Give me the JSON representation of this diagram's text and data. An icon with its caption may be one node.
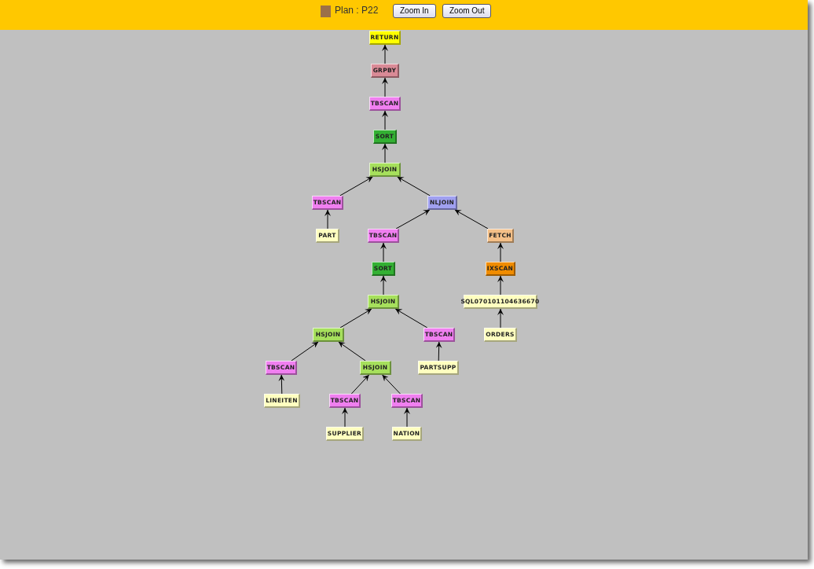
{
  "diagram": {
    "title": "Plan : P22",
    "nodes": [
      {
        "text": [
          "RETURN"
        ]
      },
      {
        "text": [
          "GRPBY"
        ]
      },
      {
        "text": [
          "TBSCAN"
        ]
      },
      {
        "text": [
          "SORT"
        ]
      },
      {
        "text": [
          "HSJOIN"
        ]
      },
      {
        "text": [
          "TBSCAN"
        ]
      },
      {
        "text": [
          "PART"
        ]
      },
      {
        "text": [
          "NLJOIN"
        ]
      },
      {
        "text": [
          "TBSCAN"
        ]
      },
      {
        "text": [
          "FETCH"
        ]
      },
      {
        "text": [
          "SORT"
        ]
      },
      {
        "text": [
          "IXSCAN"
        ]
      },
      {
        "text": [
          "HSJOIN"
        ]
      },
      {
        "text": [
          "SQL070101104636670"
        ]
      },
      {
        "text": [
          "HSJOIN"
        ]
      },
      {
        "text": [
          "TBSCAN"
        ]
      },
      {
        "text": [
          "ORDERS"
        ]
      },
      {
        "text": [
          "TBSCAN"
        ]
      },
      {
        "text": [
          "HSJOIN"
        ]
      },
      {
        "text": [
          "PARTSUPP"
        ]
      },
      {
        "text": [
          "LINEITEN"
        ]
      },
      {
        "text": [
          "TBSCAN"
        ]
      },
      {
        "text": [
          "TBSCAN"
        ]
      },
      {
        "text": [
          "SUPPLIER"
        ]
      },
      {
        "text": [
          "NATION"
        ]
      }
    ],
    "edges": [
      {
        "from": 1,
        "to": 0,
        "arrow": "to"
      },
      {
        "from": 2,
        "to": 1,
        "arrow": "to"
      },
      {
        "from": 3,
        "to": 2,
        "arrow": "to"
      },
      {
        "from": 4,
        "to": 3,
        "arrow": "to"
      },
      {
        "from": 5,
        "to": 4,
        "arrow": "to"
      },
      {
        "from": 7,
        "to": 4,
        "arrow": "to"
      },
      {
        "from": 6,
        "to": 5,
        "arrow": "to"
      },
      {
        "from": 8,
        "to": 7,
        "arrow": "to"
      },
      {
        "from": 9,
        "to": 7,
        "arrow": "to"
      },
      {
        "from": 10,
        "to": 8,
        "arrow": "to"
      },
      {
        "from": 11,
        "to": 9,
        "arrow": "to"
      },
      {
        "from": 12,
        "to": 10,
        "arrow": "to"
      },
      {
        "from": 13,
        "to": 11,
        "arrow": "to"
      },
      {
        "from": 14,
        "to": 12,
        "arrow": "to"
      },
      {
        "from": 15,
        "to": 12,
        "arrow": "to"
      },
      {
        "from": 16,
        "to": 13,
        "arrow": "to"
      },
      {
        "from": 17,
        "to": 14,
        "arrow": "to"
      },
      {
        "from": 18,
        "to": 14,
        "arrow": "to"
      },
      {
        "from": 19,
        "to": 15,
        "arrow": "to"
      },
      {
        "from": 20,
        "to": 17,
        "arrow": "to"
      },
      {
        "from": 21,
        "to": 18,
        "arrow": "to"
      },
      {
        "from": 22,
        "to": 18,
        "arrow": "to"
      },
      {
        "from": 23,
        "to": 21,
        "arrow": "to"
      },
      {
        "from": 24,
        "to": 22,
        "arrow": "to"
      }
    ],
    "labels": [
      "Zoom In",
      "Zoom Out"
    ]
  }
}
